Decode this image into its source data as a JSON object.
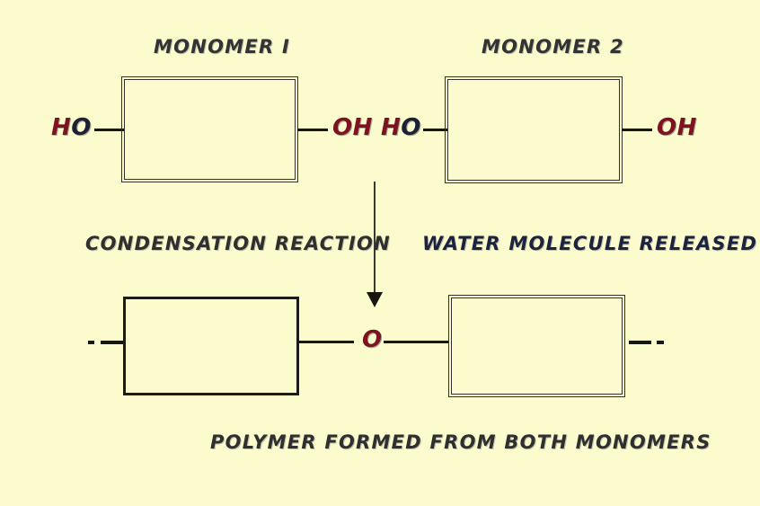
{
  "diagram": {
    "title_top_left": "MONOMER I",
    "title_top_right": "MONOMER 2",
    "section_left": "CONDENSATION REACTION",
    "section_right": "WATER MOLECULE RELEASED",
    "caption_bottom": "POLYMER FORMED FROM BOTH MONOMERS",
    "groups": {
      "m1_left_H": "H",
      "m1_left_O": "O",
      "m1_right_O": "O",
      "m1_right_H": "H",
      "m2_left_H": "H",
      "m2_left_O": "O",
      "m2_right_O": "O",
      "m2_right_H": "H",
      "polymer_link_O": "O"
    },
    "icons": {
      "arrow": "down-arrow-icon",
      "chain_left": "chain-continuation-dash-left",
      "chain_right": "chain-continuation-dash-right"
    },
    "colors": {
      "background": "#FCFBCD",
      "stroke": "#17170f",
      "text": "#2f2f2f",
      "text_blue": "#1b2340",
      "chem_red": "#7d1220",
      "chem_navy": "#1c2236"
    }
  }
}
